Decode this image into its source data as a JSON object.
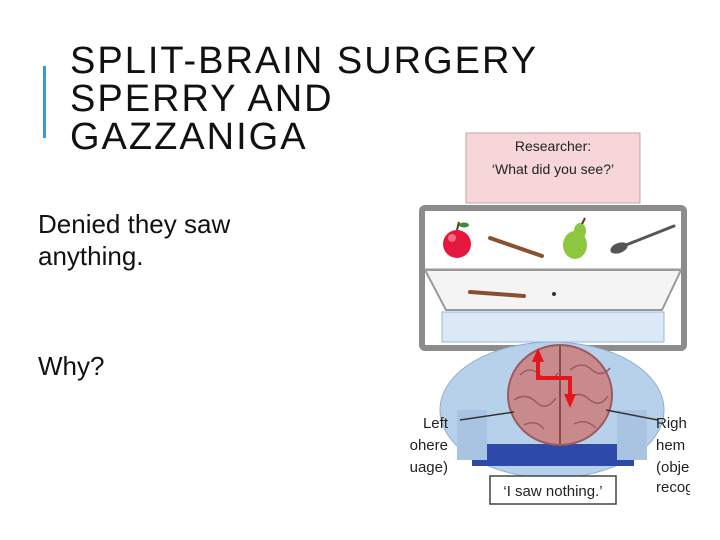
{
  "slide": {
    "title_lines": [
      "SPLIT-BRAIN SURGERY",
      "SPERRY AND",
      "GAZZANIGA"
    ],
    "body_lines": [
      "Denied they saw",
      "anything.",
      "Why?"
    ]
  },
  "figure": {
    "researcher_label": "Researcher:",
    "researcher_question": "‘What did you see?’",
    "left_label_lines": [
      "Left",
      "hemisphere",
      "(language)"
    ],
    "right_label_lines": [
      "Right",
      "hemisphere",
      "(object",
      "recognition)"
    ],
    "left_label_visible": [
      "Left",
      "ohere",
      "uage)"
    ],
    "right_label_visible": [
      "Righ",
      "hem",
      "(obje",
      "recog"
    ],
    "patient_reply": "‘I saw nothing.’",
    "colors": {
      "accent": "#3a9bd1",
      "screen_frame": "#8c8c8c",
      "brain": "#c98a8e",
      "shirt": "#b8d1ea",
      "researcher_box": "#f6d6d8",
      "arrow": "#e3161b"
    }
  }
}
